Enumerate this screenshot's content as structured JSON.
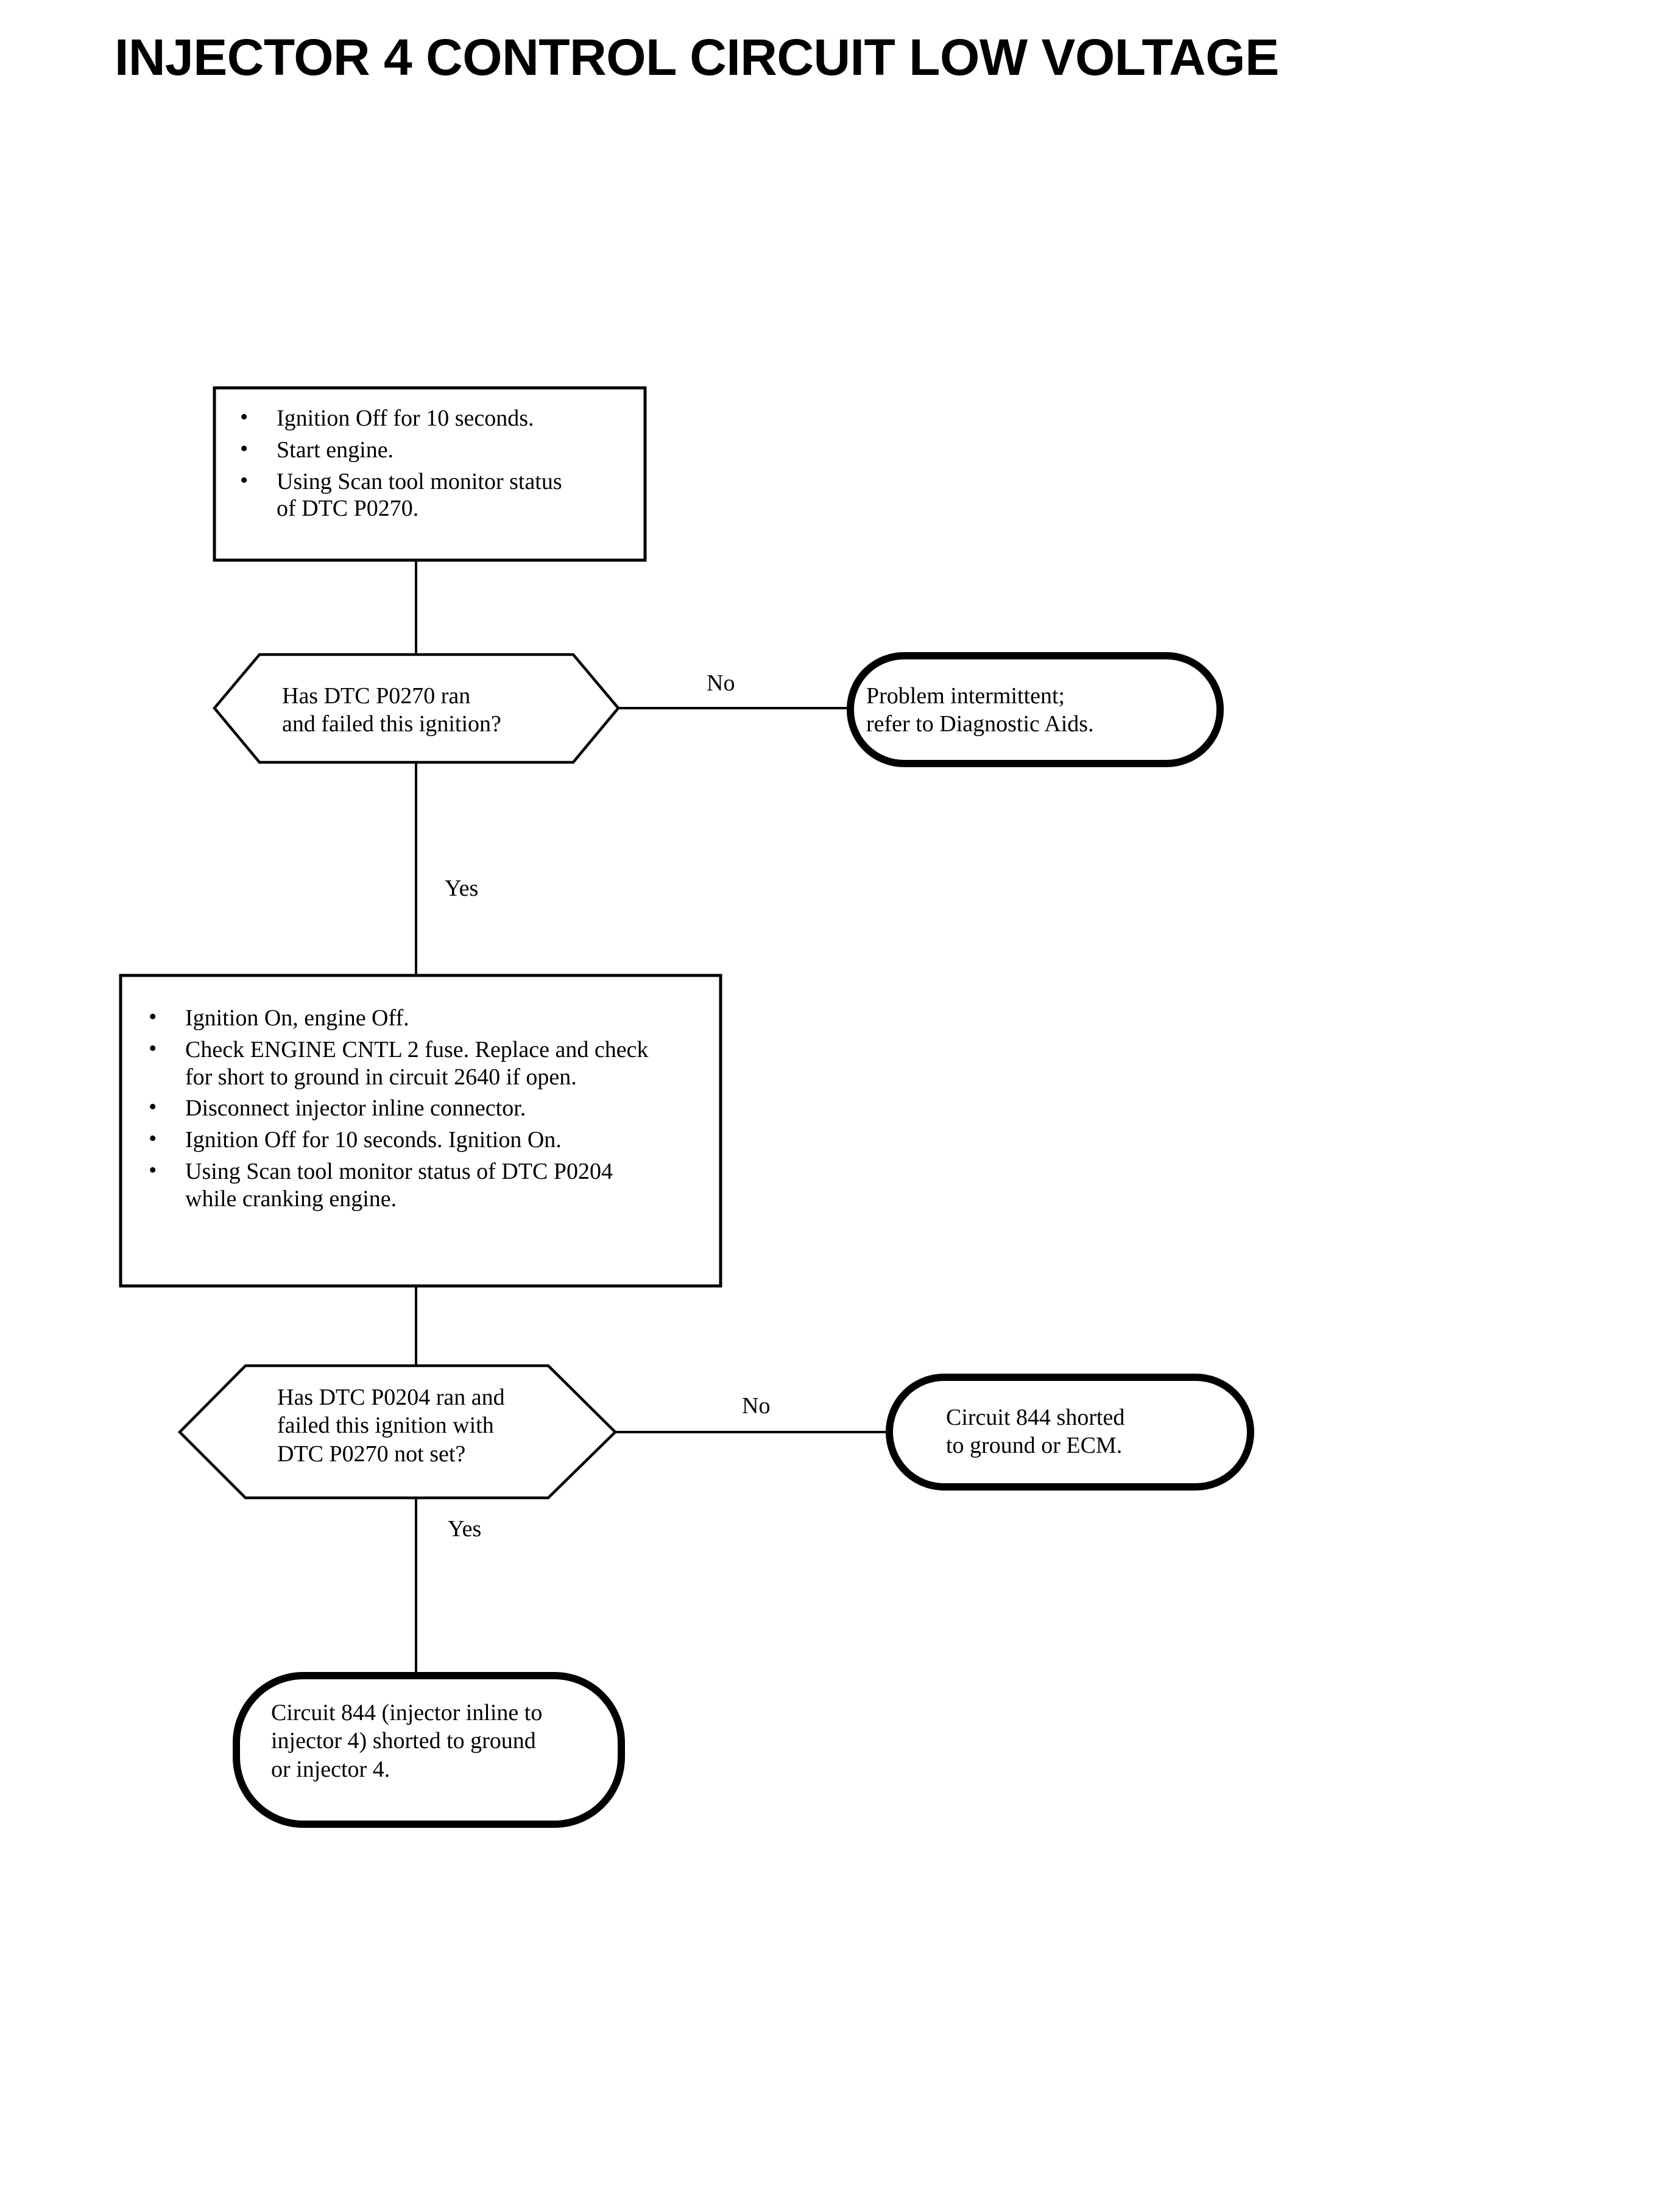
{
  "document": {
    "title": "INJECTOR 4 CONTROL CIRCUIT LOW VOLTAGE"
  },
  "flowchart": {
    "type": "diagnostic-flowchart",
    "nodes": [
      {
        "id": "step1",
        "shape": "process",
        "bullets": [
          "Ignition Off for 10 seconds.",
          "Start engine.",
          "Using Scan tool monitor status of DTC P0270."
        ]
      },
      {
        "id": "decision1",
        "shape": "decision",
        "lines": [
          "Has DTC P0270 ran",
          "and failed this ignition?"
        ]
      },
      {
        "id": "result1",
        "shape": "terminator",
        "lines": [
          "Problem intermittent;",
          "refer to Diagnostic Aids."
        ]
      },
      {
        "id": "step2",
        "shape": "process",
        "bullets": [
          "Ignition On, engine Off.",
          "Check ENGINE CNTL 2 fuse. Replace and check for short to ground in circuit 2640 if open.",
          "Disconnect injector inline connector.",
          "Ignition Off for 10 seconds. Ignition On.",
          "Using Scan tool monitor status of DTC P0204 while cranking engine."
        ]
      },
      {
        "id": "decision2",
        "shape": "decision",
        "lines": [
          "Has DTC P0204 ran and",
          "failed this ignition with",
          "DTC P0270 not set?"
        ]
      },
      {
        "id": "result2",
        "shape": "terminator",
        "lines": [
          "Circuit 844 shorted",
          "to ground or ECM."
        ]
      },
      {
        "id": "result3",
        "shape": "terminator",
        "lines": [
          "Circuit 844 (injector inline to",
          "injector 4) shorted to ground",
          "or injector 4."
        ]
      }
    ],
    "edges": [
      {
        "id": "e1",
        "from": "step1",
        "to": "decision1",
        "label": ""
      },
      {
        "id": "e2",
        "from": "decision1",
        "to": "result1",
        "label": "No"
      },
      {
        "id": "e3",
        "from": "decision1",
        "to": "step2",
        "label": "Yes"
      },
      {
        "id": "e4",
        "from": "step2",
        "to": "decision2",
        "label": ""
      },
      {
        "id": "e5",
        "from": "decision2",
        "to": "result2",
        "label": "No"
      },
      {
        "id": "e6",
        "from": "decision2",
        "to": "result3",
        "label": "Yes"
      }
    ]
  },
  "colors": {
    "page_background": "#ffffff",
    "ink": "#000000"
  }
}
